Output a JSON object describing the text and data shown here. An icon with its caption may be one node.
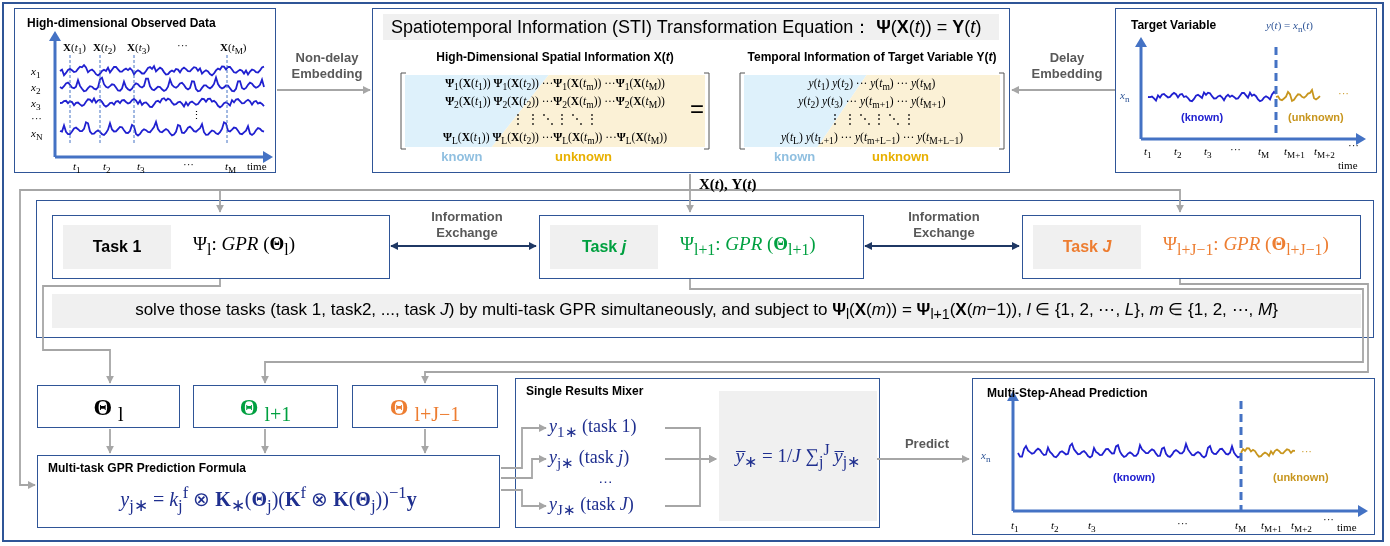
{
  "diagram": {
    "nodes": [
      {
        "text": [
          "High-dimensional Observed Data",
          "**X**(*t*$_{1}$)",
          "**X**(*t*$_{2}$)",
          "**X**(*t*$_{3}$)",
          "···",
          "**X**(*t*$_{M}$)",
          "*x*$_{1}$",
          "*x*$_{2}$",
          "*x*$_{3}$",
          "···",
          "*x*$_{N}$",
          "⋮",
          "*t*$_{1}$",
          "*t*$_{2}$",
          "*t*$_{3}$",
          "···",
          "*t*$_{M}$",
          "time"
        ]
      },
      {
        "text": [
          "Spatiotemporal Information (STI) Transformation Equation：  **Ψ**(**X**(*t*)) =  **Y**(*t*)"
        ]
      },
      {
        "text": [
          "High-Dimensional Spatial Information  **X**(*t*)",
          "**Ψ**$_{1}$(**X**(*t*$_{1}$))  **Ψ**$_{1}$(**X**(*t*$_{2}$))  ···**Ψ**$_{1}$(**X**(*t*$_{m}$))  ···**Ψ**$_{1}$(**X**(*t*$_{M}$))",
          "**Ψ**$_{2}$(**X**(*t*$_{1}$))  **Ψ**$_{2}$(**X**(*t*$_{2}$))  ···**Ψ**$_{2}$(**X**(*t*$_{m}$))  ···**Ψ**$_{2}$(**X**(*t*$_{M}$))",
          "⋮  ⋮  ⋱  ⋮  ⋱  ⋮",
          "**Ψ**$_{L}$(**X**(*t*$_{1}$))  **Ψ**$_{L}$(**X**(*t*$_{2}$))  ···**Ψ**$_{L}$(**X**(*t*$_{m}$))  ···**Ψ**$_{L}$(**X**(*t*$_{M}$))",
          "known",
          "unknown"
        ],
        "in": 1
      },
      {
        "text": [
          "Temporal Information of Target Variable  **Y**(*t*)",
          "*y*(*t*$_{1}$)  *y*(*t*$_{2}$)  ···  *y*(*t*$_{m}$)  ···  *y*(*t*$_{M}$)",
          "*y*(*t*$_{2}$)  *y*(*t*$_{3}$)  ···  *y*(*t*$_{m+1}$)  ···  *y*(*t*$_{M+1}$)",
          "⋮  ⋮  ⋱  ⋮  ⋱  ⋮",
          "*y*(*t*$_{L}$)  *y*(*t*$_{L+1}$)  ···  *y*(*t*$_{m+L−1}$)  ···  *y*(*t*$_{M+L−1}$)",
          "known",
          "unknown"
        ],
        "in": 1
      },
      {
        "text": [
          "Target Variable",
          "*y*(*t*) = *x*$_{n}$(*t*)",
          "*x*$_{n}$",
          "(known)",
          "(unknown)",
          "···",
          "*t*$_{1}$",
          "*t*$_{2}$",
          "*t*$_{3}$",
          "···",
          "*t*$_{M}$",
          "*t*$_{M+1}$",
          "*t*$_{M+2}$",
          "···",
          "time"
        ]
      },
      {
        "text": [],
        "shape": "box"
      },
      {
        "text": [
          "Task 1",
          "Ψ$_{l}$:  *GPR* (**Θ**$_{l}$)"
        ],
        "in": 5
      },
      {
        "text": [
          "Task *j*",
          "Ψ$_{l+1}$:  *GPR* (**Θ**$_{l+1}$)"
        ],
        "in": 5
      },
      {
        "text": [
          "Task *J*",
          "Ψ$_{l+J−1}$:  *GPR* (**Θ**$_{l+J−1}$)"
        ],
        "in": 5
      },
      {
        "text": [
          "solve those tasks (task 1, task2, ..., task *J*) by multi-task GPR simultaneously, and subject to   **Ψ**$_{l}$(**X**(*m*)) = **Ψ**$_{l+1}$(**X**(*m*−1)), *l* ∈ {1, 2, ⋯, *L*},  *m* ∈ {1, 2, ⋯, *M*}"
        ],
        "in": 5
      },
      {
        "text": [
          "**Θ** $_{l}$"
        ]
      },
      {
        "text": [
          "**Θ** $_{l+1}$"
        ]
      },
      {
        "text": [
          "**Θ** $_{l+J−1}$"
        ]
      },
      {
        "text": [
          "Multi-task GPR Prediction Formula",
          "*y*$_{j∗}$ = *k*$_{j}$$^{f}$ ⊗ **K**$_{∗}$(**Θ**$_{j}$)(**K**$^{f}$ ⊗ **K**(**Θ**$_{j}$))$^{−1}$**y**"
        ]
      },
      {
        "text": [
          "Single Results Mixer"
        ]
      },
      {
        "text": [
          "*y*$_{1∗}$ (task 1)"
        ],
        "in": 14
      },
      {
        "text": [
          "*y*$_{j∗}$ (task *j*)"
        ],
        "in": 14
      },
      {
        "text": [
          "*y*$_{J∗}$ (task *J*)"
        ],
        "in": 14
      },
      {
        "text": [
          "*y̅*$_{∗}$ = 1/*J* ∑$_{j}$$^{J}$ *y̅*$_{j∗}$"
        ],
        "in": 14
      },
      {
        "text": [
          "Multi-Step-Ahead Prediction",
          "*x*$_{n}$",
          "(known)",
          "(unknown)",
          "···",
          "*t*$_{1}$",
          "*t*$_{2}$",
          "*t*$_{3}$",
          "···",
          "*t*$_{M}$",
          "*t*$_{M+1}$",
          "*t*$_{M+2}$",
          "···",
          "time"
        ]
      }
    ],
    "edges": [
      {
        "from": 0,
        "to": 1,
        "arrow": "to",
        "label": "Non-delay Embedding"
      },
      {
        "from": 4,
        "to": 1,
        "arrow": "to",
        "label": "Delay Embedding"
      },
      {
        "from": 1,
        "to": 6,
        "arrow": "to"
      },
      {
        "from": 1,
        "to": 7,
        "arrow": "to",
        "label": "**X**(*t*), **Y**(*t*)"
      },
      {
        "from": 1,
        "to": 8,
        "arrow": "to"
      },
      {
        "from": 1,
        "to": 13,
        "arrow": "to"
      },
      {
        "from": 6,
        "to": 7,
        "arrow": "both",
        "label": "Information Exchange",
        "color": "#1f3864"
      },
      {
        "from": 7,
        "to": 8,
        "arrow": "both",
        "label": "Information Exchange",
        "color": "#1f3864"
      },
      {
        "from": 6,
        "to": 10,
        "arrow": "to"
      },
      {
        "from": 7,
        "to": 11,
        "arrow": "to"
      },
      {
        "from": 8,
        "to": 12,
        "arrow": "to"
      },
      {
        "from": 10,
        "to": 13,
        "arrow": "to"
      },
      {
        "from": 11,
        "to": 13,
        "arrow": "to"
      },
      {
        "from": 12,
        "to": 13,
        "arrow": "to"
      },
      {
        "from": 13,
        "to": 15,
        "arrow": "to"
      },
      {
        "from": 13,
        "to": 16,
        "arrow": "to"
      },
      {
        "from": 13,
        "to": 17,
        "arrow": "to"
      },
      {
        "from": 15,
        "to": 18,
        "arrow": "to"
      },
      {
        "from": 16,
        "to": 18,
        "arrow": "to"
      },
      {
        "from": 17,
        "to": 18,
        "arrow": "to"
      },
      {
        "from": 18,
        "to": 19,
        "arrow": "to",
        "label": "Predict"
      }
    ],
    "labels": [
      "=",
      "…"
    ]
  }
}
